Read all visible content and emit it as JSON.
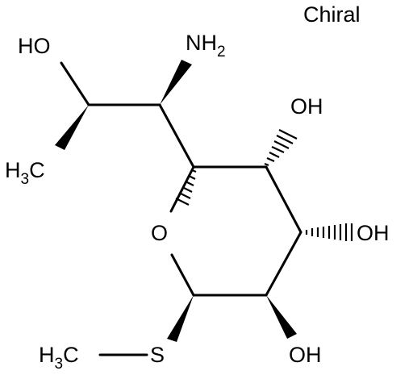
{
  "labels": {
    "chiral": "Chiral",
    "ho_top": "HO",
    "nh2_main": "NH",
    "nh2_sub": "2",
    "ch3_left_main": "H",
    "ch3_left_sub": "3",
    "ch3_left_c": "C",
    "oh_upper": "OH",
    "ring_o": "O",
    "oh_right": "OH",
    "oh_bottom": "OH",
    "s_atom": "S",
    "ch3_bottom_main": "H",
    "ch3_bottom_sub": "3",
    "ch3_bottom_c": "C"
  }
}
